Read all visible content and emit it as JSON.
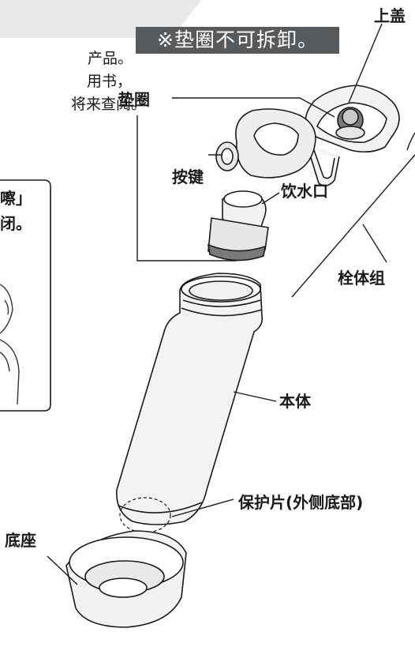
{
  "note": "※垫圈不可拆卸。",
  "intro": {
    "line1": "产品。",
    "line2": "用书，",
    "line3": "将来查阅。"
  },
  "callout": {
    "line1": "嚓」",
    "line2": "闭。"
  },
  "parts": {
    "lid": "上盖",
    "gasket": "垫圈",
    "button": "按键",
    "spout": "饮水口",
    "plug_assembly": "栓体组",
    "body": "本体",
    "protector": "保护片(外侧底部)",
    "base": "底座"
  }
}
